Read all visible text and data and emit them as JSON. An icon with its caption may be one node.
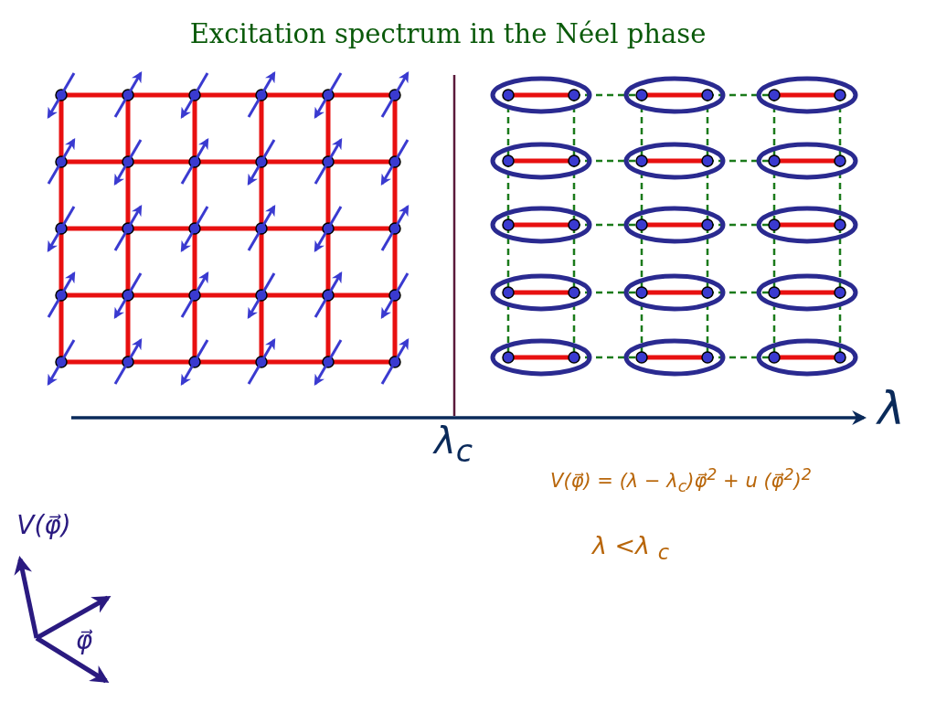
{
  "diagram": {
    "title": "Excitation spectrum in the Néel phase",
    "labels": [
      "λ",
      "λ$_{c}$",
      "V(φ⃗) = (λ − λ$_{c}$)φ⃗$^{2}$ + u (φ⃗$^{2}$)$^{2}$",
      "λ <λ $_{c}$",
      "V(φ⃗)",
      "φ⃗"
    ]
  }
}
